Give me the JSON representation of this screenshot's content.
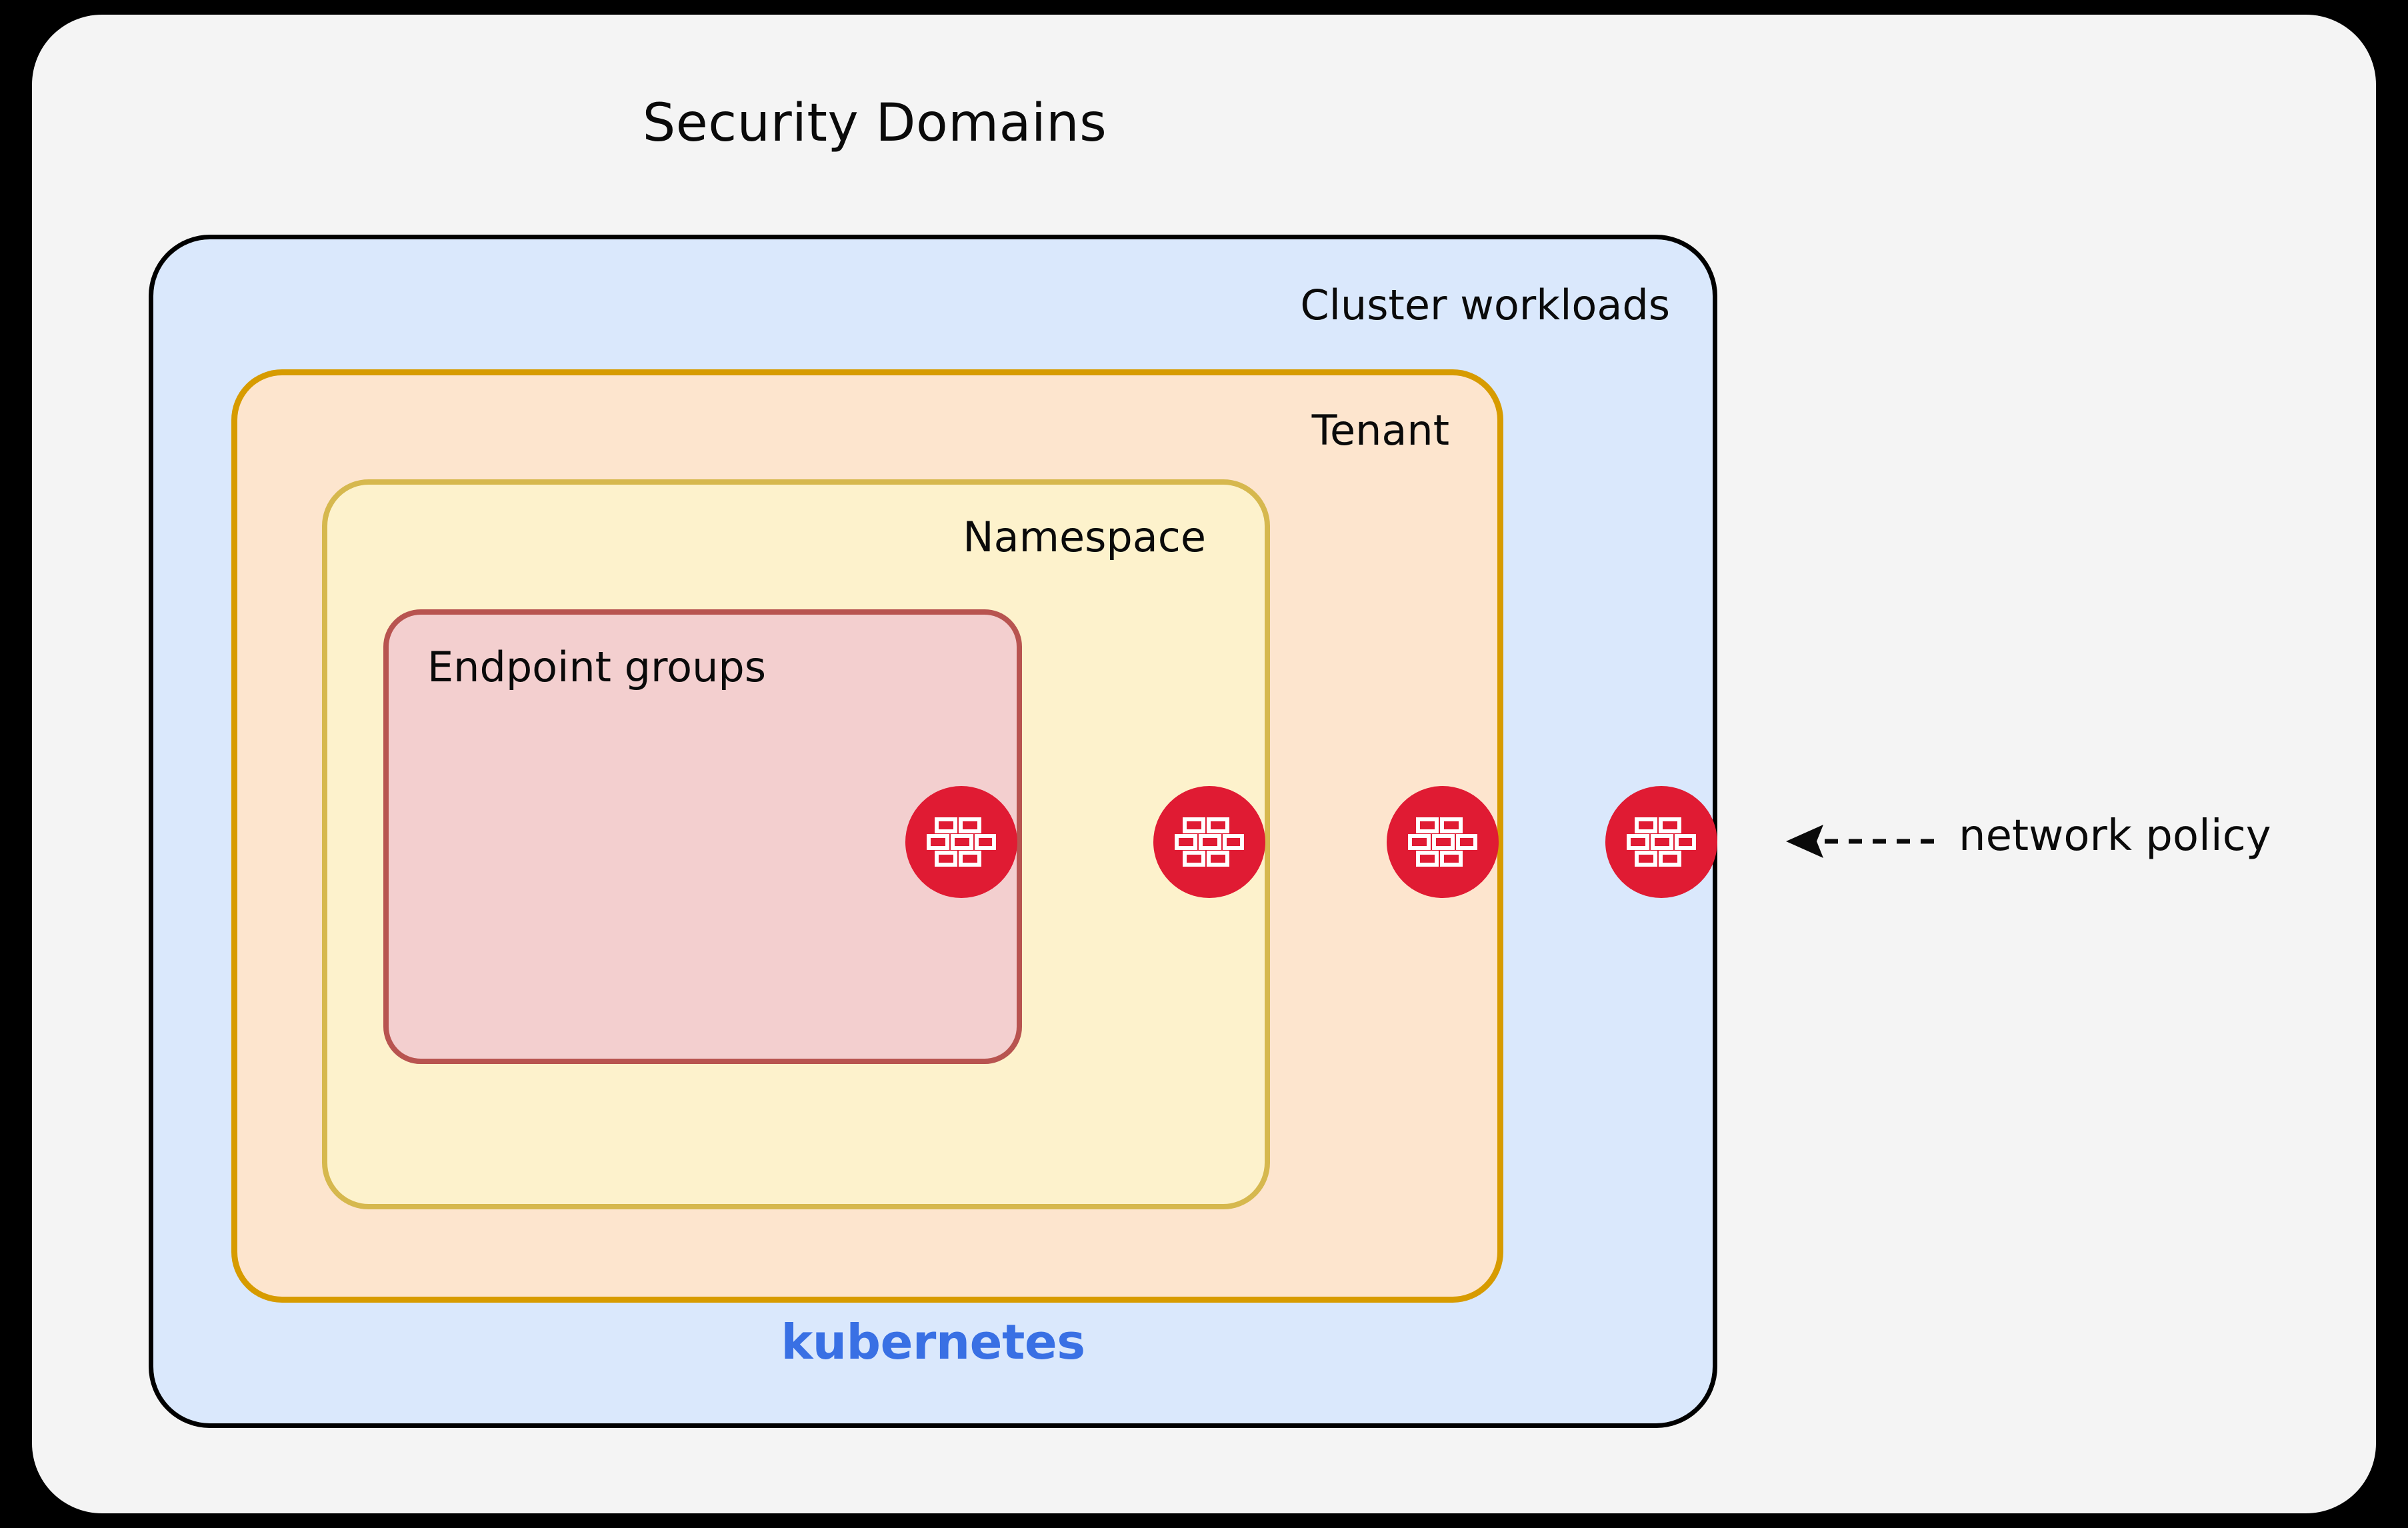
{
  "diagram": {
    "title": "Security Domains",
    "background_color": "#000000",
    "panel_color": "#F4F4F4"
  },
  "domains": [
    {
      "id": "cluster",
      "label": "Cluster workloads",
      "fill": "#DAE8FC",
      "stroke": "#000000",
      "wordmark": "kubernetes",
      "wordmark_color": "#3970E4"
    },
    {
      "id": "tenant",
      "label": "Tenant",
      "fill": "#FDE5CE",
      "stroke": "#D79B00"
    },
    {
      "id": "namespace",
      "label": "Namespace",
      "fill": "#FDF2CC",
      "stroke": "#D6B84E"
    },
    {
      "id": "endpoint",
      "label": "Endpoint groups",
      "fill": "#F3CFCF",
      "stroke": "#B85450"
    }
  ],
  "firewalls": {
    "icon_name": "firewall-brick-wall-icon",
    "color": "#E01B33",
    "count": 4,
    "positions_x": [
      1394,
      1766,
      2116,
      2444
    ]
  },
  "annotation": {
    "label": "network policy",
    "arrow": "dashed-left-arrow"
  }
}
